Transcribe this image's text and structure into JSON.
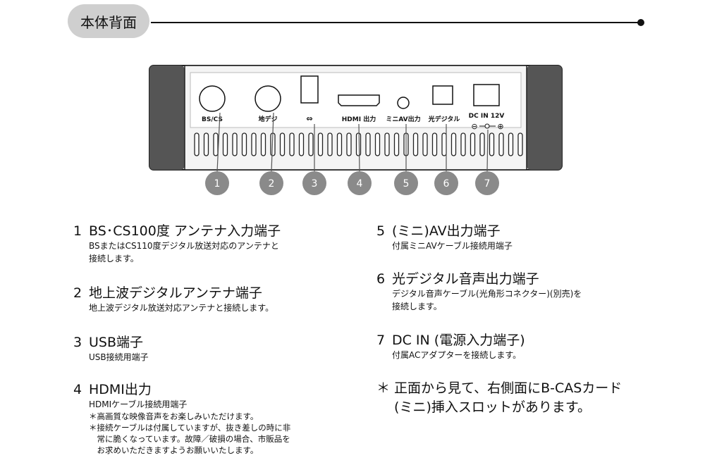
{
  "section": {
    "title": "本体背面"
  },
  "ports": [
    {
      "label": "BS/CS",
      "callout": "1"
    },
    {
      "label": "地デジ",
      "callout": "2"
    },
    {
      "label": "⇔",
      "callout": "3"
    },
    {
      "label": "HDMI 出力",
      "callout": "4"
    },
    {
      "label": "ミニAV出力",
      "callout": "5"
    },
    {
      "label": "光デジタル",
      "callout": "6"
    },
    {
      "label": "DC IN 12V",
      "callout": "7"
    }
  ],
  "polarity": {
    "minus": "⊖",
    "plus": "⊕"
  },
  "items": [
    {
      "num": "1",
      "title": "BS･CS100度 アンテナ入力端子",
      "desc": "BSまたはCS110度デジタル放送対応のアンテナと\n接続します。"
    },
    {
      "num": "2",
      "title": "地上波デジタルアンテナ端子",
      "desc": "地上波デジタル放送対応アンテナと接続します。"
    },
    {
      "num": "3",
      "title": "USB端子",
      "desc": "USB接続用端子"
    },
    {
      "num": "4",
      "title": "HDMI出力",
      "desc": "HDMIケーブル接続用端子",
      "notes": "＊高画質な映像音声をお楽しみいただけます。\n＊接続ケーブルは付属していますが、抜き差しの時に非\n　常に脆くなっています。故障／破損の場合、市販品を\n　お求めいただきますようお願いいたします。"
    },
    {
      "num": "5",
      "title": "(ミニ)AV出力端子",
      "desc": "付属ミニAVケーブル接続用端子"
    },
    {
      "num": "6",
      "title": "光デジタル音声出力端子",
      "desc": "デジタル音声ケーブル(光角形コネクター)(別売)を\n接続します。"
    },
    {
      "num": "7",
      "title": "DC IN (電源入力端子)",
      "desc": "付属ACアダプターを接続します。"
    }
  ],
  "footnote": "＊ 正面から見て、右側面にB-CASカード\n　 (ミニ)挿入スロットがあります。"
}
